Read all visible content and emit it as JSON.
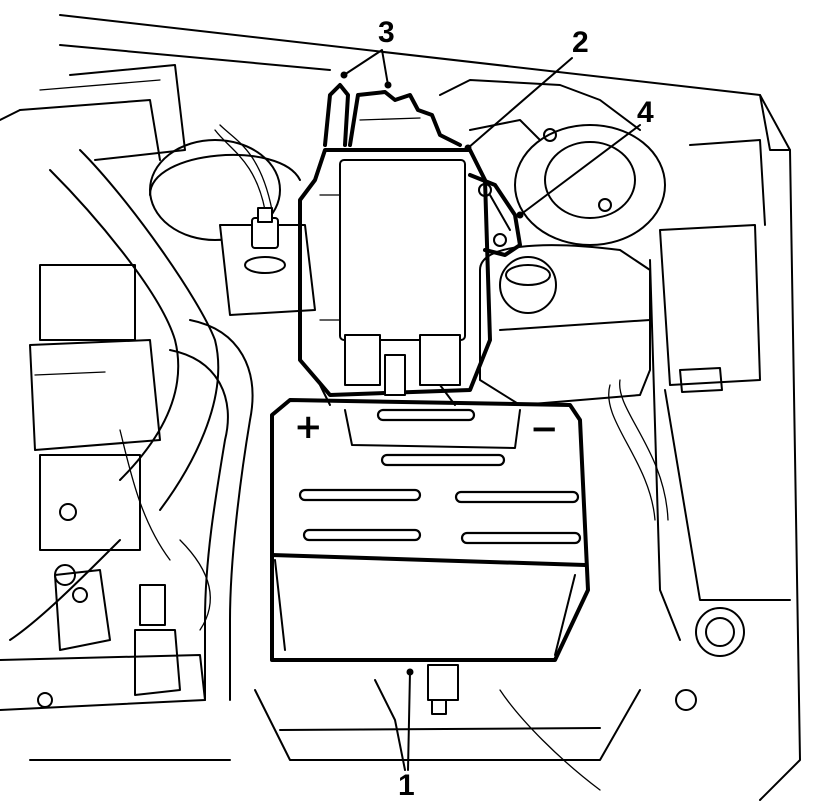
{
  "callouts": [
    {
      "id": "1",
      "label": "1"
    },
    {
      "id": "2",
      "label": "2"
    },
    {
      "id": "3",
      "label": "3"
    },
    {
      "id": "4",
      "label": "4"
    }
  ],
  "battery_terminals": {
    "positive": "+",
    "negative": "−"
  }
}
